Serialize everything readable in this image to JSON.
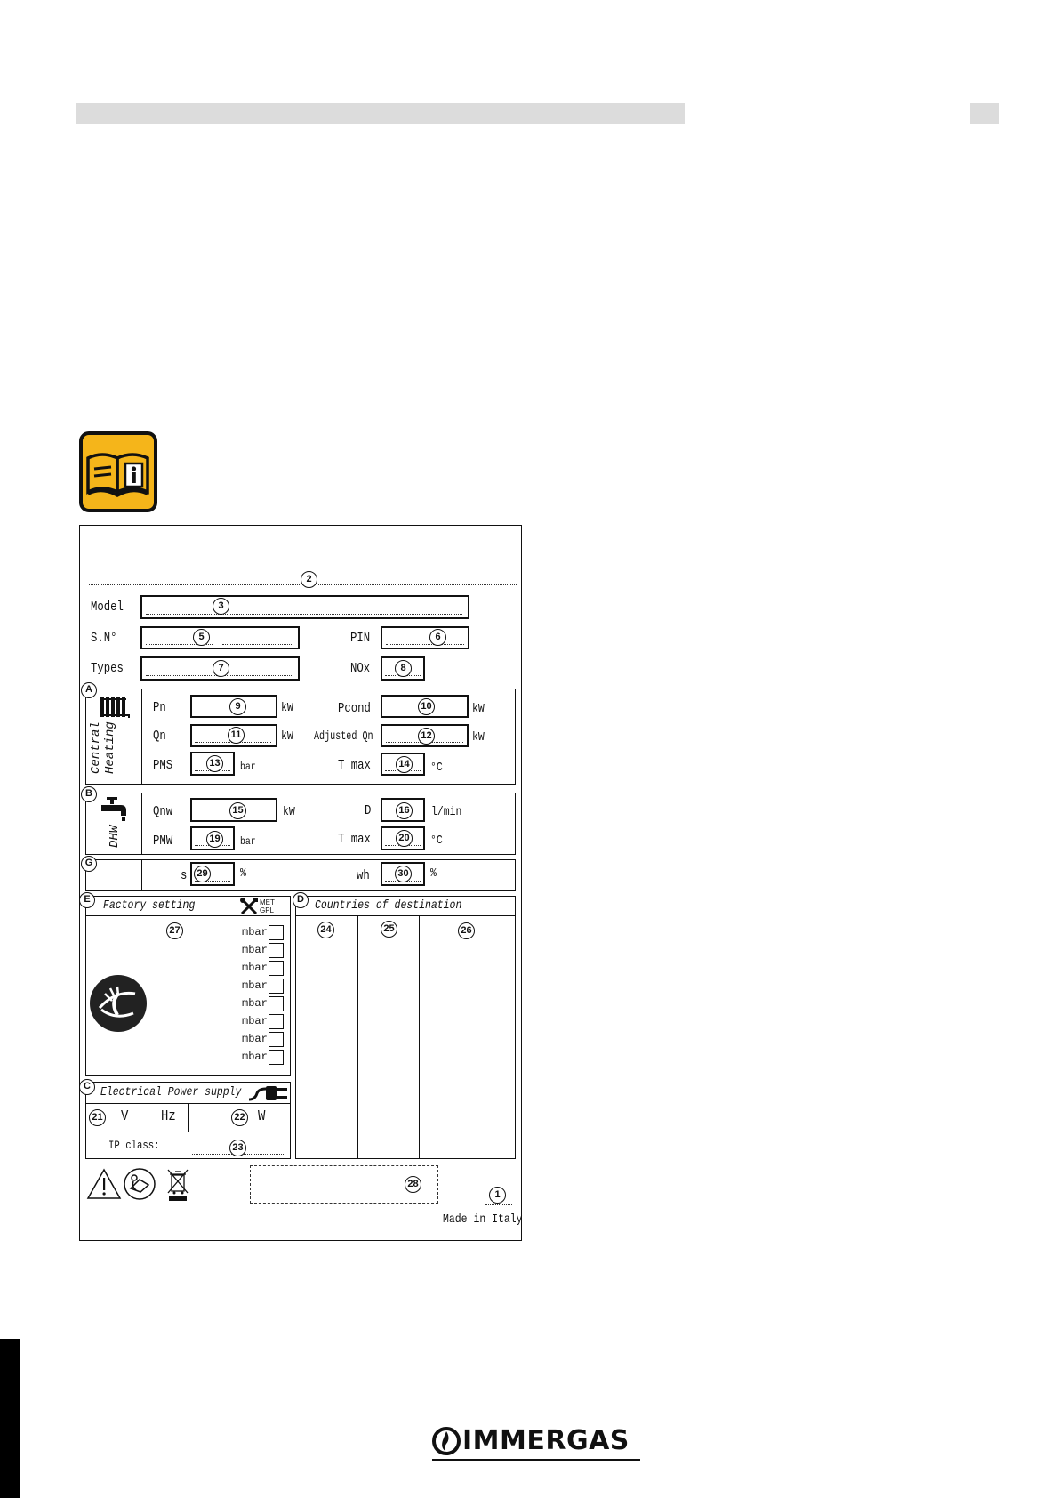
{
  "plate": {
    "row_model": {
      "label": "Model",
      "num": "3"
    },
    "row_sn": {
      "label": "S.N°",
      "num": "5",
      "pin_label": "PIN",
      "pin_num": "6"
    },
    "row_types": {
      "label": "Types",
      "num": "7",
      "nox_label": "NOx",
      "nox_num": "8"
    },
    "line_num": "2",
    "section_a": {
      "letter": "A",
      "title_1": "Central",
      "title_2": "Heating",
      "pn": {
        "label": "Pn",
        "num": "9",
        "unit": "kW"
      },
      "pcond": {
        "label": "Pcond",
        "num": "10",
        "unit": "kW"
      },
      "qn": {
        "label": "Qn",
        "num": "11",
        "unit": "kW"
      },
      "adjusted_qn": {
        "label": "Adjusted Qn",
        "num": "12",
        "unit": "kW"
      },
      "pms": {
        "label": "PMS",
        "num": "13",
        "unit": "bar"
      },
      "tmax": {
        "label": "T max",
        "num": "14",
        "unit": "°C"
      }
    },
    "section_b": {
      "letter": "B",
      "title": "DHW",
      "qnw": {
        "label": "Qnw",
        "num": "15",
        "unit": "kW"
      },
      "d": {
        "label": "D",
        "num": "16",
        "unit": "l/min"
      },
      "pmw": {
        "label": "PMW",
        "num": "19",
        "unit": "bar"
      },
      "tmax": {
        "label": "T max",
        "num": "20",
        "unit": "°C"
      }
    },
    "section_g": {
      "letter": "G",
      "s": {
        "label": "s",
        "num": "29",
        "unit": "%"
      },
      "wh": {
        "label": "wh",
        "num": "30",
        "unit": "%"
      }
    },
    "section_e": {
      "letter": "E",
      "title": "Factory setting",
      "met": "MET",
      "gpl": "GPL",
      "num": "27",
      "mbar": [
        "mbar",
        "mbar",
        "mbar",
        "mbar",
        "mbar",
        "mbar",
        "mbar",
        "mbar"
      ]
    },
    "section_d": {
      "letter": "D",
      "title": "Countries of destination",
      "cols": [
        "24",
        "25",
        "26"
      ]
    },
    "section_c": {
      "letter": "C",
      "title": "Electrical Power supply",
      "v_num": "21",
      "v_unit": "V",
      "hz_unit": "Hz",
      "w_num": "22",
      "w_unit": "W",
      "ip_label": "IP class:",
      "ip_num": "23"
    },
    "footer": {
      "barcode_num": "28",
      "num_1": "1",
      "made_in": "Made in Italy"
    }
  },
  "logo": {
    "text": "IMMERGAS"
  },
  "colors": {
    "manual_icon_fill": "#f5b51a",
    "header_bar": "#dcdcdc"
  }
}
